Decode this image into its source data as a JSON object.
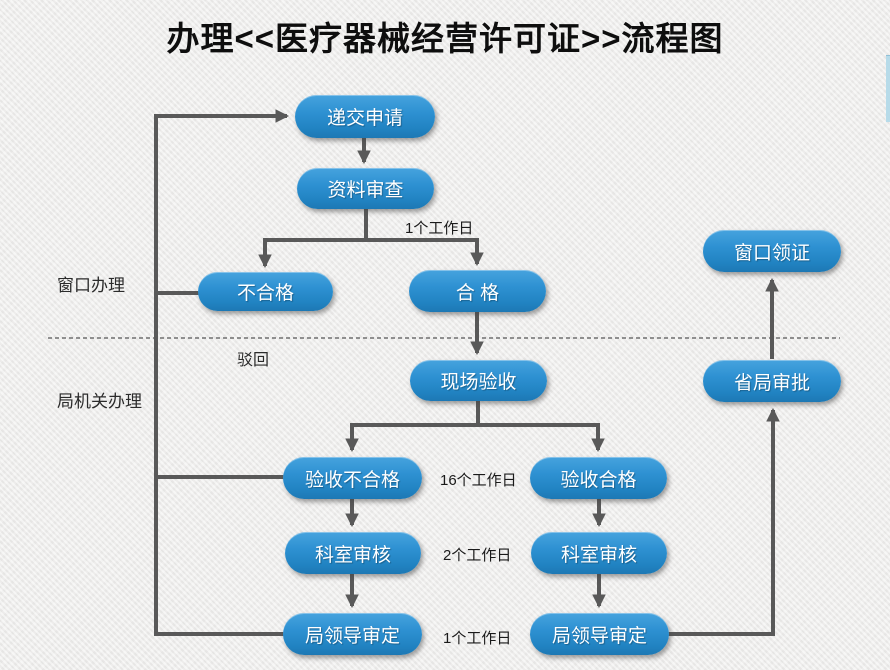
{
  "title": "办理<<医疗器械经营许可证>>流程图",
  "lanes": {
    "window": "窗口办理",
    "bureau": "局机关办理"
  },
  "nodes": {
    "submit": "递交申请",
    "review": "资料审查",
    "fail": "不合格",
    "pass": "合 格",
    "site_check": "现场验收",
    "site_fail": "验收不合格",
    "site_pass": "验收合格",
    "dept_review_left": "科室审核",
    "dept_review_right": "科室审核",
    "leader_left": "局领导审定",
    "leader_right": "局领导审定",
    "provincial": "省局审批",
    "collect": "窗口领证"
  },
  "edge_labels": {
    "one_day_top": "1个工作日",
    "reject": "驳回",
    "sixteen_days": "16个工作日",
    "two_days": "2个工作日",
    "one_day_bottom": "1个工作日"
  },
  "colors": {
    "node_blue": "#2b8dcb",
    "node_blue_light": "#46a3de",
    "arrow_gray": "#595959",
    "divider_gray": "#6f6f6f",
    "background": "#edeceb",
    "right_strip_blue": "#b7dbe9",
    "node_text": "#ffffff",
    "title_text": "#0e0e0e"
  }
}
